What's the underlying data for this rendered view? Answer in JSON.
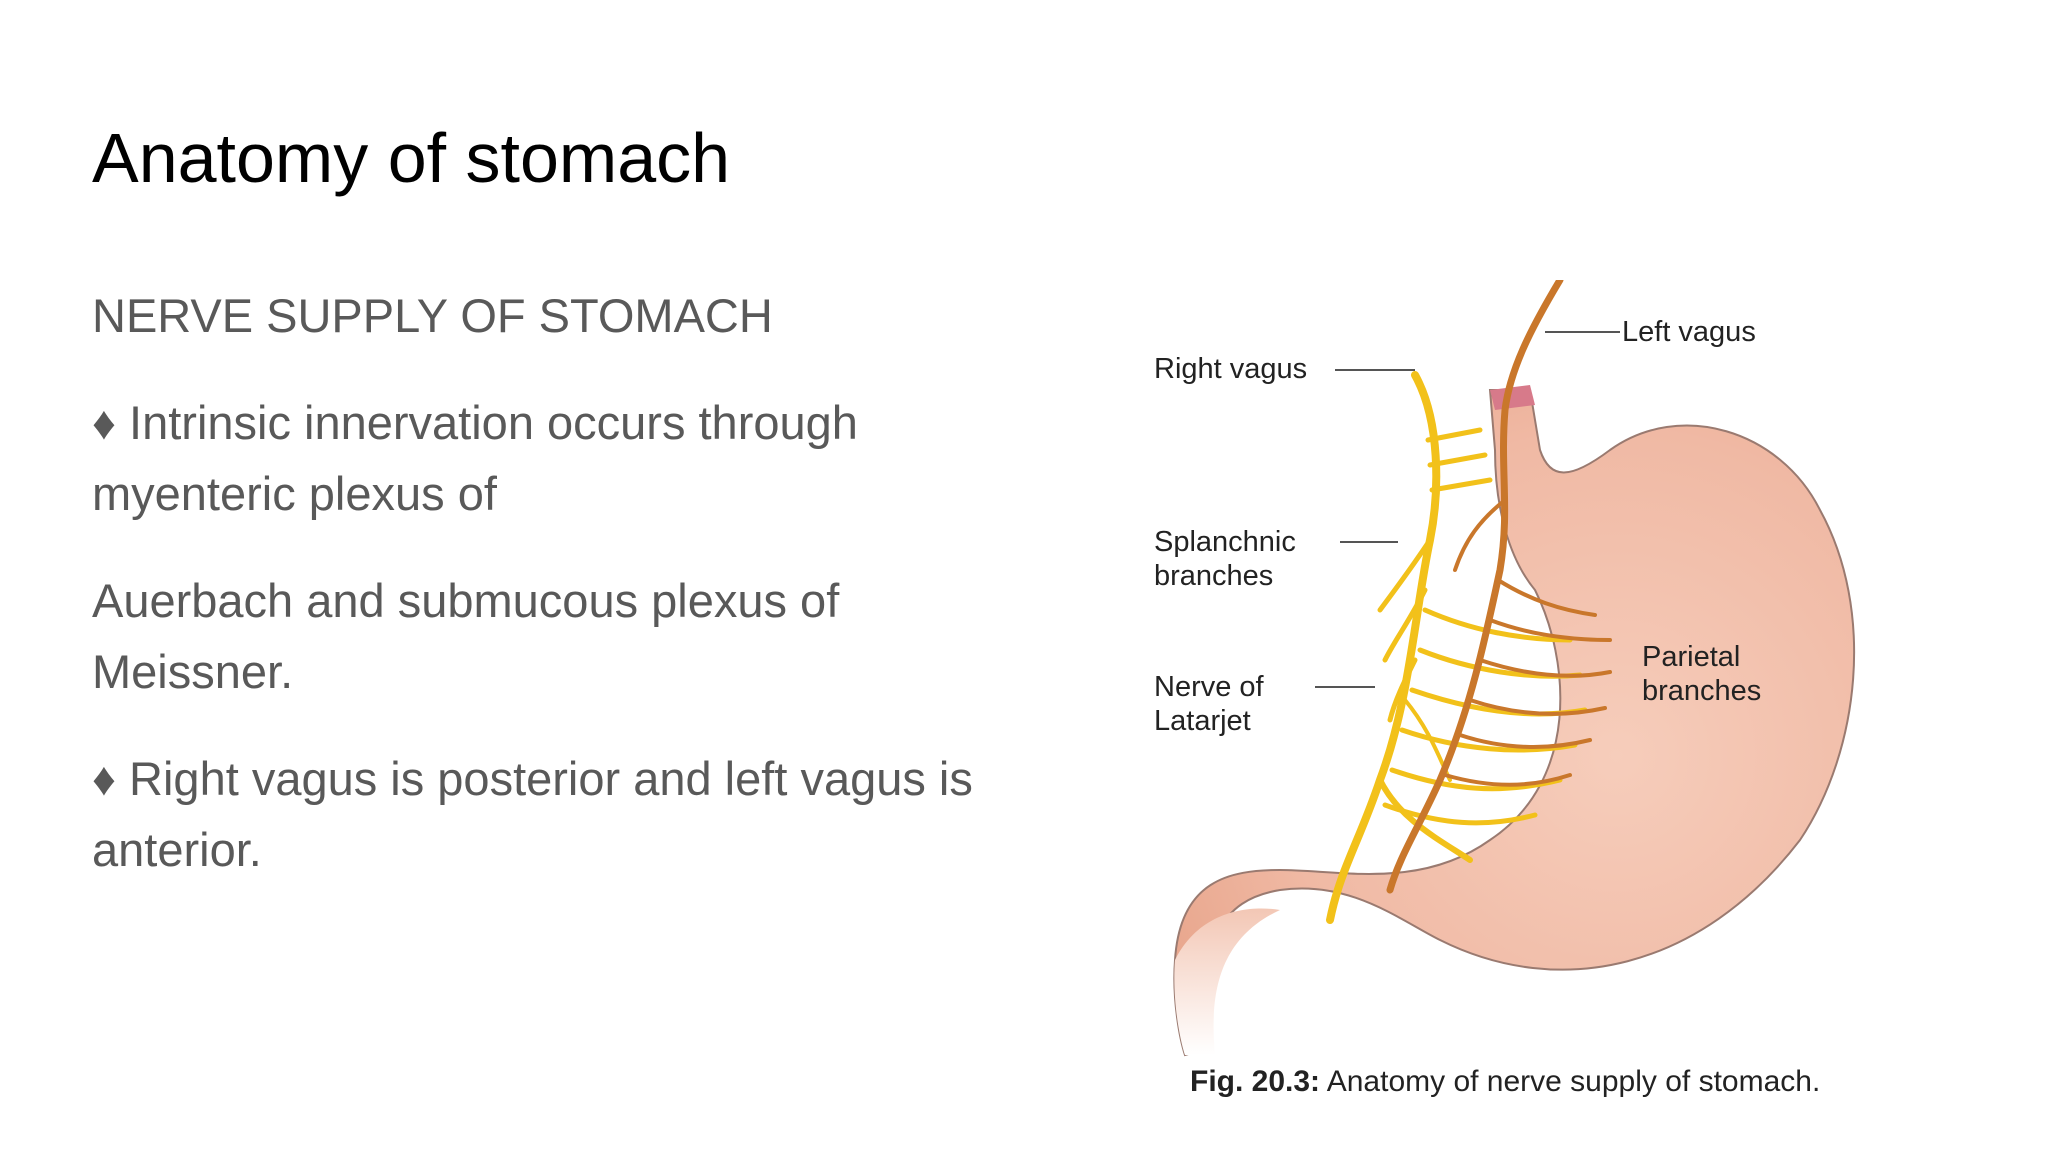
{
  "slide": {
    "title": "Anatomy of stomach",
    "subheading": "NERVE SUPPLY OF STOMACH",
    "paragraphs": [
      "♦ Intrinsic innervation occurs through myenteric plexus of",
      "Auerbach and submucous plexus of Meissner.",
      "♦ Right vagus is posterior and left vagus is anterior."
    ]
  },
  "figure": {
    "labels": {
      "left_vagus": "Left vagus",
      "right_vagus": "Right vagus",
      "splanchnic_line1": "Splanchnic",
      "splanchnic_line2": "branches",
      "latarjet_line1": "Nerve of",
      "latarjet_line2": "Latarjet",
      "parietal_line1": "Parietal",
      "parietal_line2": "branches"
    },
    "caption_prefix": "Fig. 20.3:",
    "caption_text": " Anatomy of nerve supply of stomach."
  },
  "colors": {
    "title": "#000000",
    "body_text": "#595959",
    "stomach_fill": "#f5c7b4",
    "stomach_outline": "#9a7a70",
    "right_vagus_nerve": "#f2c11a",
    "left_vagus_nerve": "#c9772b"
  }
}
